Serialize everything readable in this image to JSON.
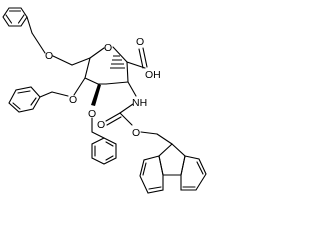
{
  "molecule": {
    "atoms": {
      "oxygen_benzyloxy_6": "O",
      "oxygen_ring": "O",
      "oxygen_acid": "OH",
      "oxygen_carbonyl": "O",
      "oxygen_benzyloxy_4": "O",
      "oxygen_benzyloxy_3": "O",
      "nitrogen_amide": "NH",
      "oxygen_fmoc_carbonyl": "O",
      "oxygen_fmoc_ester": "O"
    }
  }
}
